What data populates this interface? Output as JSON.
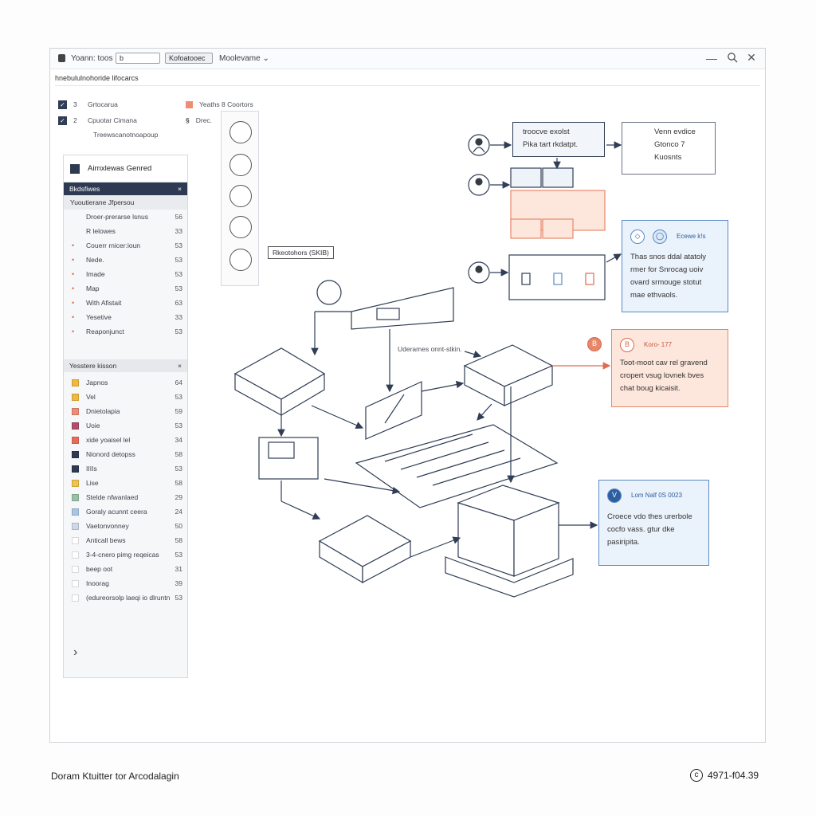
{
  "titlebar": {
    "title": "Yoann: toos",
    "field_value": "b",
    "button_label": "Kofoatooec",
    "dropdown_label": "Moolevame",
    "dropdown_icon": "chevron-down-icon",
    "min_icon": "minimize-icon",
    "search_icon": "search-icon",
    "close_icon": "close-icon"
  },
  "path_text": "hnebululnohoride lifocarcs",
  "checks": [
    {
      "index": "3",
      "label": "Grtocarua"
    },
    {
      "index": "2",
      "label": "Cpuotar Cimana"
    },
    {
      "index": "",
      "label": "Treewscanotnoapoup"
    }
  ],
  "legend_top": [
    {
      "label": "Yeaths 8 Coortors"
    },
    {
      "label": "Drec."
    }
  ],
  "panel": {
    "title": "Airnxlewas Genred",
    "section1": {
      "header": "Bkdsfiwes",
      "subheader": "Yuoutierane Jfpersou",
      "rows": [
        {
          "label": "Droer-prerarse lsnus",
          "value": "56"
        },
        {
          "label": "R lelowes",
          "value": "33"
        },
        {
          "label": "Couerr rnicer:ioun",
          "value": "53"
        },
        {
          "label": "Nede.",
          "value": "53"
        },
        {
          "label": "Imade",
          "value": "53"
        },
        {
          "label": "Map",
          "value": "53"
        },
        {
          "label": "With Afistait",
          "value": "63"
        },
        {
          "label": "Yesetive",
          "value": "33"
        },
        {
          "label": "Reaponjunct",
          "value": "53"
        }
      ]
    },
    "section2": {
      "header": "Yesstere kisson",
      "rows": [
        {
          "label": "Japnos",
          "value": "64",
          "color": "#f0b93a"
        },
        {
          "label": "Vel",
          "value": "53",
          "color": "#f0b93a"
        },
        {
          "label": "Dnietolapia",
          "value": "59",
          "color": "#ee8c78"
        },
        {
          "label": "Uoie",
          "value": "53",
          "color": "#b24e6b"
        },
        {
          "label": "xide yoaisel lel",
          "value": "34",
          "color": "#e86b5a"
        },
        {
          "label": "Nionord detopss",
          "value": "58",
          "color": "#2d3a52"
        },
        {
          "label": "IIIIs",
          "value": "53",
          "color": "#2d3a52"
        },
        {
          "label": "Lise",
          "value": "58",
          "color": "#f0c34a"
        },
        {
          "label": "Stelde nfwanlaed",
          "value": "29",
          "color": "#9bc0a8"
        },
        {
          "label": "Goraly acunnt ceera",
          "value": "24",
          "color": "#a9c5e6"
        },
        {
          "label": "Vaetonvonney",
          "value": "50",
          "color": "#cfd8e6"
        },
        {
          "label": "Anticall bews",
          "value": "58",
          "color": "#ffffff"
        },
        {
          "label": "3-4-cnero pimg reqeicas",
          "value": "53",
          "color": "#ffffff"
        },
        {
          "label": "beep oot",
          "value": "31",
          "color": "#ffffff"
        },
        {
          "label": "Inoorag",
          "value": "39",
          "color": "#ffffff"
        },
        {
          "label": "(edureorsolp laeqi io dlruntn)",
          "value": "53",
          "color": "#ffffff"
        }
      ]
    },
    "expand_glyph": "›"
  },
  "avatar_callout": "Rkeotohors (SKIB)",
  "diagram_caption": "Uderames onnt-stkin.",
  "top_box": {
    "line1": "troocve exolst",
    "line2": "Pika tart rkdatpt."
  },
  "card_top_right": {
    "line1": "Venn evdice",
    "line2": "Gtonco 7",
    "line3": "Kuosnts"
  },
  "card_blue1": {
    "header": "Ecewe k!s",
    "line1": "Thas snos ddal atatoly",
    "line2": "rmer for Snrocag uoiv",
    "line3": "ovard srmouge stotut",
    "line4": "mae ethvaols."
  },
  "card_orange": {
    "badge": "B",
    "header": "Koro- 177",
    "line1": "Toot-moot cav rel gravend",
    "line2": "cropert vsug lovnek bves",
    "line3": "chat boug kicaisit."
  },
  "card_blue2": {
    "badge": "V",
    "header": "Lom Nalf 0S 0023",
    "line1": "Croece vdo thes urerbole",
    "line2": "cocfo vass. gtur dke",
    "line3": "pasiripita."
  },
  "footer_left": "Doram Ktuitter tor Arcodalagin",
  "footer_right": "4971-f04.39",
  "footer_icon": "copyright-icon"
}
